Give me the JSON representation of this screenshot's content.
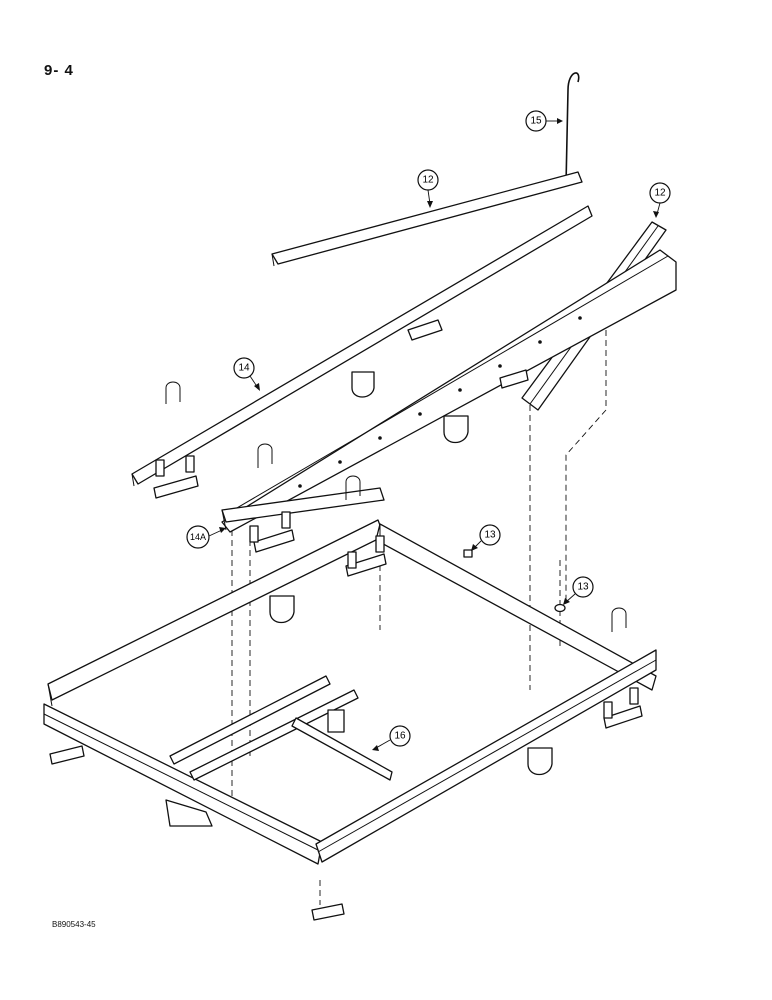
{
  "page": {
    "number": "9- 4",
    "reference_code": "B890543-45"
  },
  "diagram": {
    "callouts": [
      {
        "id": "15",
        "label": "15"
      },
      {
        "id": "12a",
        "label": "12"
      },
      {
        "id": "12b",
        "label": "12"
      },
      {
        "id": "14",
        "label": "14"
      },
      {
        "id": "14a",
        "label": "14A"
      },
      {
        "id": "13a",
        "label": "13"
      },
      {
        "id": "13b",
        "label": "13"
      },
      {
        "id": "16",
        "label": "16"
      }
    ]
  }
}
